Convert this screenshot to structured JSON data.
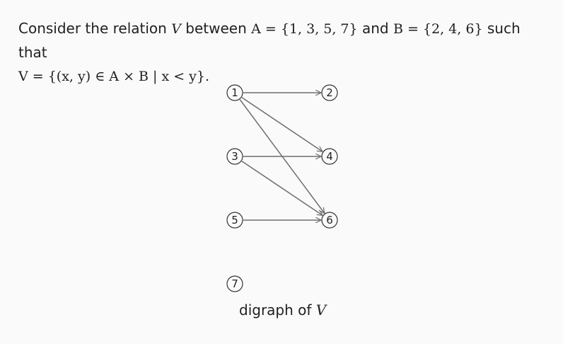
{
  "problem": {
    "line1_prefix": "Consider the relation ",
    "relation_name": "V",
    "line1_between": " between ",
    "set_a_expr": "A = {1, 3, 5, 7}",
    "line1_and": " and ",
    "set_b_expr": "B = {2, 4, 6}",
    "line1_suffix": " such that",
    "definition": "V = {(x, y) ∈ A × B | x < y}."
  },
  "digraph": {
    "nodes": [
      {
        "id": "n1",
        "label": "1",
        "set": "A"
      },
      {
        "id": "n3",
        "label": "3",
        "set": "A"
      },
      {
        "id": "n5",
        "label": "5",
        "set": "A"
      },
      {
        "id": "n7",
        "label": "7",
        "set": "A"
      },
      {
        "id": "n2",
        "label": "2",
        "set": "B"
      },
      {
        "id": "n4",
        "label": "4",
        "set": "B"
      },
      {
        "id": "n6",
        "label": "6",
        "set": "B"
      }
    ],
    "edges": [
      {
        "from": "1",
        "to": "2"
      },
      {
        "from": "1",
        "to": "4"
      },
      {
        "from": "1",
        "to": "6"
      },
      {
        "from": "3",
        "to": "4"
      },
      {
        "from": "3",
        "to": "6"
      },
      {
        "from": "5",
        "to": "6"
      }
    ],
    "caption_prefix": "digraph of ",
    "caption_var": "V"
  }
}
